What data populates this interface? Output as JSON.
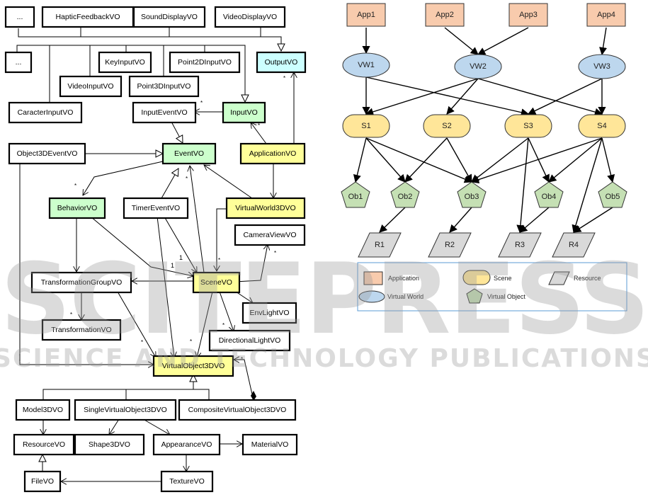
{
  "uml": {
    "classes": [
      {
        "id": "dots1",
        "label": "..."
      },
      {
        "id": "haptic",
        "label": "HapticFeedbackVO"
      },
      {
        "id": "sounddisp",
        "label": "SoundDisplayVO"
      },
      {
        "id": "videodisp",
        "label": "VideoDisplayVO"
      },
      {
        "id": "dots2",
        "label": "..."
      },
      {
        "id": "keyinput",
        "label": "KeyInputVO"
      },
      {
        "id": "p2d",
        "label": "Point2DInputVO"
      },
      {
        "id": "output",
        "label": "OutputVO",
        "color": "#ccffff"
      },
      {
        "id": "videoinput",
        "label": "VideoInputVO"
      },
      {
        "id": "p3d",
        "label": "Point3DInputVO"
      },
      {
        "id": "caracter",
        "label": "CaracterInputVO"
      },
      {
        "id": "inputevent",
        "label": "InputEventVO"
      },
      {
        "id": "input",
        "label": "InputVO",
        "color": "#ccffcc"
      },
      {
        "id": "obj3devent",
        "label": "Object3DEventVO"
      },
      {
        "id": "event",
        "label": "EventVO",
        "color": "#ccffcc"
      },
      {
        "id": "application",
        "label": "ApplicationVO",
        "color": "#ffff99"
      },
      {
        "id": "behavior",
        "label": "BehaviorVO",
        "color": "#ccffcc"
      },
      {
        "id": "timerevent",
        "label": "TimerEventVO"
      },
      {
        "id": "vworld",
        "label": "VirtualWorld3DVO",
        "color": "#ffff99"
      },
      {
        "id": "cameraview",
        "label": "CameraViewVO"
      },
      {
        "id": "tgroup",
        "label": "TransformationGroupVO"
      },
      {
        "id": "scene",
        "label": "SceneVO",
        "color": "#ffff99"
      },
      {
        "id": "envlight",
        "label": "EnvLightVO"
      },
      {
        "id": "transformation",
        "label": "TransformationVO"
      },
      {
        "id": "dirlight",
        "label": "DirectionalLightVO"
      },
      {
        "id": "vobject",
        "label": "VirtualObject3DVO",
        "color": "#ffff99"
      },
      {
        "id": "model3d",
        "label": "Model3DVO"
      },
      {
        "id": "singlevo",
        "label": "SingleVirtualObject3DVO"
      },
      {
        "id": "compositevo",
        "label": "CompositeVirtualObject3DVO"
      },
      {
        "id": "resource",
        "label": "ResourceVO"
      },
      {
        "id": "shape3d",
        "label": "Shape3DVO"
      },
      {
        "id": "appearance",
        "label": "AppearanceVO"
      },
      {
        "id": "material",
        "label": "MaterialVO"
      },
      {
        "id": "file",
        "label": "FileVO"
      },
      {
        "id": "texture",
        "label": "TextureVO"
      }
    ],
    "multiplicities": {
      "star": "*",
      "one": "1"
    }
  },
  "graph": {
    "applications": [
      "App1",
      "App2",
      "App3",
      "App4"
    ],
    "virtual_worlds": [
      "VW1",
      "VW2",
      "VW3"
    ],
    "scenes": [
      "S1",
      "S2",
      "S3",
      "S4"
    ],
    "virtual_objects": [
      "Ob1",
      "Ob2",
      "Ob3",
      "Ob4",
      "Ob5"
    ],
    "resources": [
      "R1",
      "R2",
      "R3",
      "R4"
    ],
    "edges": [
      [
        "App1",
        "VW1"
      ],
      [
        "App2",
        "VW2"
      ],
      [
        "App3",
        "VW2"
      ],
      [
        "App4",
        "VW3"
      ],
      [
        "VW1",
        "S1"
      ],
      [
        "VW1",
        "S3"
      ],
      [
        "VW2",
        "S1"
      ],
      [
        "VW2",
        "S2"
      ],
      [
        "VW2",
        "S4"
      ],
      [
        "VW3",
        "S3"
      ],
      [
        "VW3",
        "S4"
      ],
      [
        "S1",
        "Ob1"
      ],
      [
        "S1",
        "Ob2"
      ],
      [
        "S1",
        "Ob3"
      ],
      [
        "S2",
        "Ob2"
      ],
      [
        "S2",
        "Ob3"
      ],
      [
        "S3",
        "Ob3"
      ],
      [
        "S3",
        "Ob4"
      ],
      [
        "S3",
        "R3"
      ],
      [
        "S4",
        "Ob3"
      ],
      [
        "S4",
        "Ob4"
      ],
      [
        "S4",
        "Ob5"
      ],
      [
        "S4",
        "R4"
      ],
      [
        "Ob2",
        "R1"
      ],
      [
        "Ob3",
        "R2"
      ],
      [
        "Ob4",
        "R3"
      ],
      [
        "Ob5",
        "R4"
      ]
    ],
    "colors": {
      "application": "#f8cbad",
      "virtual_world": "#bdd7ee",
      "scene": "#ffe699",
      "virtual_object": "#c5e0b4",
      "resource": "#d9d9d9",
      "legend_border": "#5b9bd5"
    },
    "legend": {
      "application": "Application",
      "scene": "Scene",
      "resource": "Resource",
      "virtual_world": "Virtual World",
      "virtual_object": "Virtual Object"
    }
  },
  "watermark": {
    "line1": "SCITEPRESS",
    "line2": "SCIENCE AND TECHNOLOGY PUBLICATIONS"
  }
}
